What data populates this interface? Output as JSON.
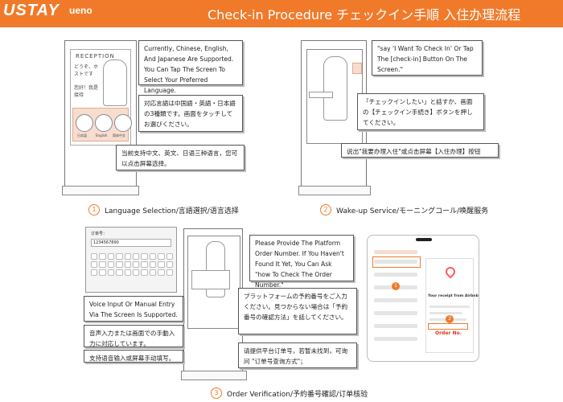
{
  "header": {
    "logo": "USTAY",
    "logo_sub": "ueno",
    "title": "Check-in Procedure  チェックイン手順  入住办理流程"
  },
  "step1": {
    "number": "1",
    "label": "Language Selection/言語選択/语言选择",
    "callout_en": "Currently, Chinese, English, And Japanese Are Supported. You Can Tap The Screen To Select Your Preferred Language.",
    "callout_ja": "対応言語は中国語・英語・日本語の3種類です。画面をタッチしてお選びください。",
    "callout_zh": "当前支持中文、英文、日语三种语言，您可以点击屏幕选择。",
    "sign_title": "RECEPTION",
    "sign_greeting": "どうぞ、ホストです",
    "sign_greeting2": "您好！我是接待",
    "btn_ja": "日本語",
    "btn_en": "English",
    "btn_zh": "简体中文"
  },
  "step2": {
    "number": "2",
    "label": "Wake-up Service/モーニングコール/唤醒服务",
    "callout_en": "\"say 'I Want To Check In' Or Tap The [check-in] Button On The Screen.\"",
    "callout_ja": "「チェックインしたい」と話すか、画面の【チェックイン手続き】ボタンを押してください。",
    "callout_zh": "说出\"我要办理入住\"或点击屏幕【入住办理】按钮"
  },
  "step3": {
    "number": "3",
    "label": "Order Verification/予約番号確認/订单核验",
    "callout_en": "Please Provide The Platform Order Number. If You Haven't Found It Yet, You Can Ask \"how To Check The Order Number.\"",
    "callout_ja": "プラットフォームの予約番号をご入力ください。見つからない場合は「予約番号の確認方法」を話してください。",
    "callout_zh": "请提供平台订单号，若暂未找到，可询问 \"订单号查询方式\"；",
    "input_en": "Voice Input Or Manual Entry Via The Screen Is Supported.",
    "input_ja": "音声入力または画面での手動入力に対応しています。",
    "input_zh": "支持语音输入或屏幕手动填写。",
    "keyboard_caption": "订单号：",
    "keyboard_value": "1234567890",
    "phone_receipt": "Your receipt from Airbnb",
    "order_no": "Order No."
  },
  "colors": {
    "accent": "#f07a2a",
    "highlight": "#e3321e"
  }
}
